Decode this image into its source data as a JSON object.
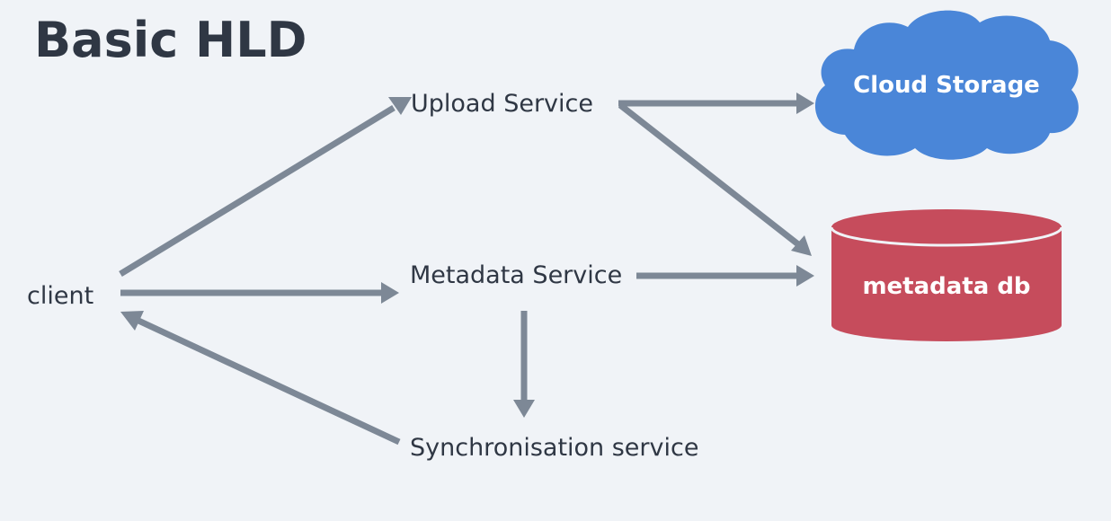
{
  "title": "Basic HLD",
  "nodes": {
    "client": "client",
    "upload_service": "Upload Service",
    "metadata_service": "Metadata Service",
    "sync_service": "Synchronisation service",
    "cloud_storage": "Cloud Storage",
    "metadata_db": "metadata db"
  },
  "colors": {
    "background": "#f0f3f7",
    "arrow": "#7d8896",
    "cloud": "#4a86d8",
    "database": "#c64c5c",
    "text": "#2f3744"
  }
}
